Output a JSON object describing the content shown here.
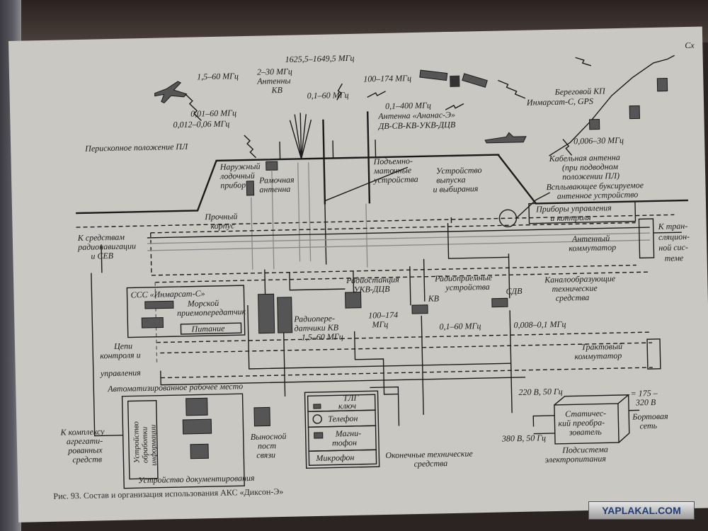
{
  "labels": {
    "f_1625": "1625,5–1649,5 МГц",
    "f_2_30": "2–30 МГц",
    "ant_kv1": "Антенны",
    "ant_kv2": "КВ",
    "f_1_5_60": "1,5–60 МГц",
    "f_100_174": "100–174 МГц",
    "f_0_1_60_top": "0,1–60 МГц",
    "f_0_01_60": "0,01–60 МГц",
    "f_0_012": "0,012–0,06 МГц",
    "f_0_1_400": "0,1–400 МГц",
    "ananas": "Антенна «Ананас-Э»",
    "bands": "ДВ-СВ-КВ-УКВ-ДЦВ",
    "coast_kp": "Береговой КП",
    "inmarsat_gps": "Инмарсат-С, GPS",
    "f_0_006_30": "0,006–30 МГц",
    "periscope": "Перископное положение ПЛ",
    "boat_dev1": "Наружный",
    "boat_dev2": "лодочный",
    "boat_dev3": "прибор",
    "frame_ant1": "Рамочная",
    "frame_ant2": "антенна",
    "lift1": "Подъемно-",
    "lift2": "маточные",
    "lift3": "устройства",
    "release1": "Устройство",
    "release2": "выпуска",
    "release3": "и выбирания",
    "cable1": "Кабельная антенна",
    "cable2": "(при подводном",
    "cable3": "положении ПЛ)",
    "towed1": "Всплывающее буксируемое",
    "towed2": "антенное устройство",
    "hull1": "Прочный",
    "hull2": "корпус",
    "mgmt1": "Приборы управления",
    "mgmt2": "и контроля",
    "radionav1": "К средствам",
    "radionav2": "радионавигации",
    "radionav3": "и СЕВ",
    "ant_switch1": "Антенный",
    "ant_switch2": "коммутатор",
    "trans1": "К тран-",
    "trans2": "сляцион-",
    "trans3": "ной сис-",
    "trans4": "теме",
    "ssc": "ССС «Инмарсат-С»",
    "transceiver1": "Морской",
    "transceiver2": "приемопередатчик",
    "power": "Питание",
    "ukv_station1": "Радиостанция",
    "ukv_station2": "УКВ-ДЦВ",
    "receivers1": "Радиоприемные",
    "receivers2": "устройства",
    "kv": "КВ",
    "sdv": "СДВ",
    "channel1": "Каналообразующие",
    "channel2": "технические",
    "channel3": "средства",
    "tx1": "Радиопере-",
    "tx2": "датчики КВ",
    "tx3": "1,5–60 МГц",
    "f_100_174_b1": "100–174",
    "f_100_174_b2": "МГц",
    "f_0_1_60": "0,1–60 МГц",
    "f_0_008": "0,008–0,1 МГц",
    "ctrl1": "Цепи",
    "ctrl2": "контроля и",
    "ctrl3": "управления",
    "tract1": "Трактовый",
    "tract2": "коммутатор",
    "arm": "Автоматизированное рабочее место",
    "proc1": "Устройство",
    "proc2": "обработки",
    "proc3": "информации",
    "docs": "Устройство документирования",
    "agg1": "К комплексу",
    "agg2": "агрегати-",
    "agg3": "рованных",
    "agg4": "средств",
    "remote1": "Выносной",
    "remote2": "пост",
    "remote3": "связи",
    "tlg1": "ТЛГ",
    "tlg2": "ключ",
    "phone": "Телефон",
    "recorder1": "Магни-",
    "recorder2": "тофон",
    "mic": "Микрофон",
    "terminal1": "Оконечные технические",
    "terminal2": "средства",
    "v220": "220 В, 50 Гц",
    "v380": "380 В, 50 Гц",
    "conv1": "Статичес-",
    "conv2": "кий преобра-",
    "conv3": "зователь",
    "v175": "= 175 –",
    "v320": "320 В",
    "onboard1": "Бортовая",
    "onboard2": "сеть",
    "psys1": "Подсистема",
    "psys2": "электропитания",
    "caption": "Рис. 93. Состав и организация использования АКС «Диксон-Э»",
    "corner": "Сх"
  },
  "watermark": "YAPLAKAL.COM"
}
